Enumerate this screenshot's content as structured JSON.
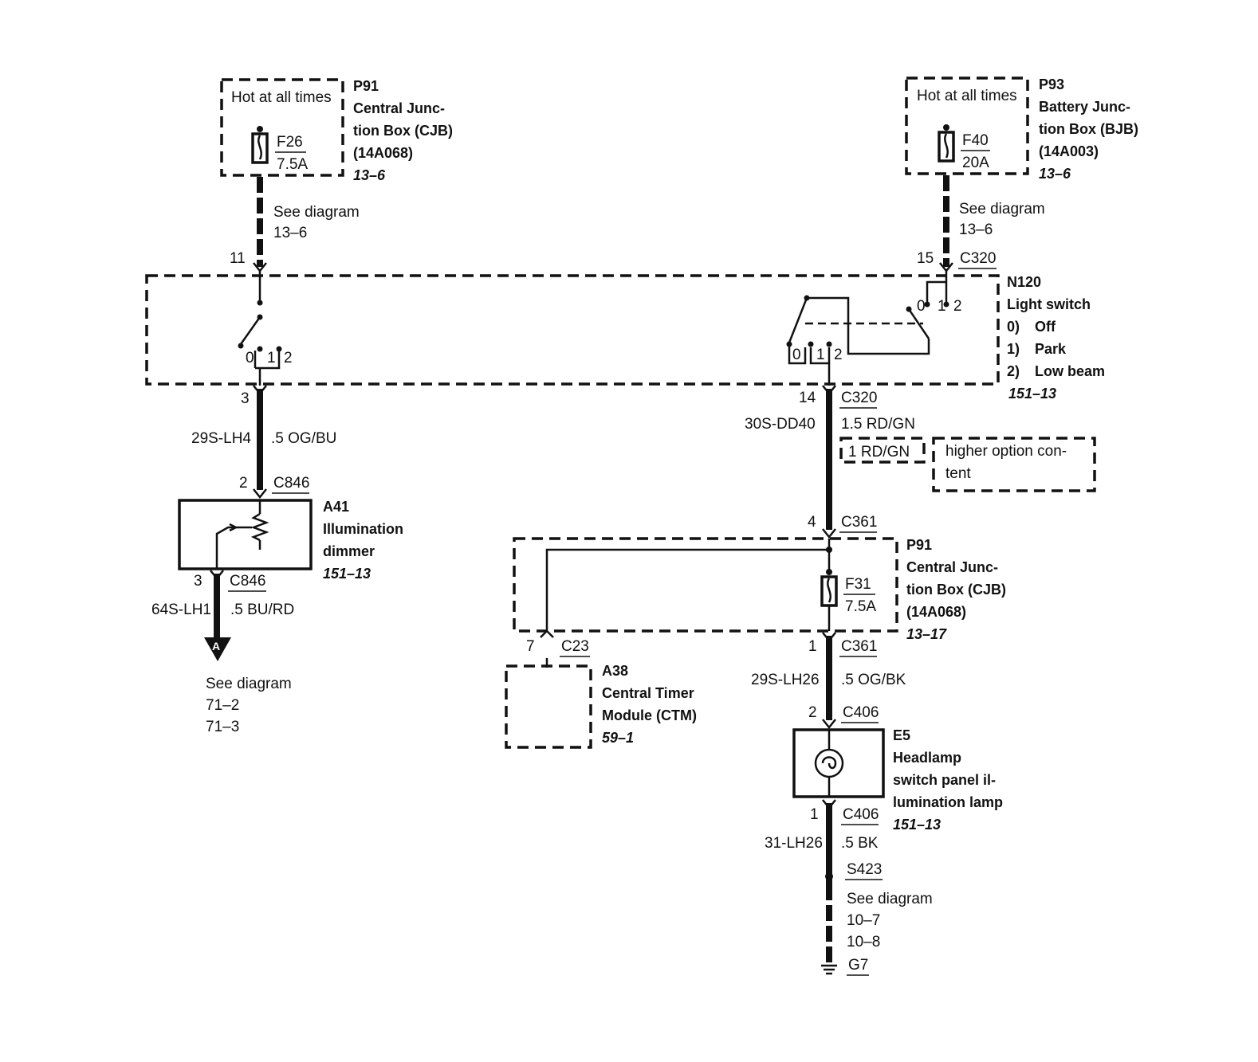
{
  "p91_top": {
    "code": "P91",
    "line1": "Central Junc-",
    "line2": "tion Box (CJB)",
    "part": "(14A068)",
    "ref": "13–6",
    "hot": "Hot at all times",
    "fuse": "F26",
    "amp": "7.5A",
    "see": "See diagram",
    "see_ref": "13–6",
    "pin": "11"
  },
  "p93": {
    "code": "P93",
    "line1": "Battery Junc-",
    "line2": "tion Box (BJB)",
    "part": "(14A003)",
    "ref": "13–6",
    "hot": "Hot at all times",
    "fuse": "F40",
    "amp": "20A",
    "see": "See diagram",
    "see_ref": "13–6",
    "pin": "15",
    "conn": "C320"
  },
  "n120": {
    "code": "N120",
    "name": "Light switch",
    "p0": "0)",
    "p0l": "Off",
    "p1": "1)",
    "p1l": "Park",
    "p2": "2)",
    "p2l": "Low beam",
    "ref": "151–13",
    "pos0": "0",
    "pos1": "1",
    "pos2": "2"
  },
  "left_wire": {
    "pin3": "3",
    "circuit": "29S-LH4",
    "gauge": ".5 OG/BU",
    "pin2": "2",
    "conn": "C846"
  },
  "a41": {
    "code": "A41",
    "line1": "Illumination",
    "line2": "dimmer",
    "ref": "151–13",
    "pin3": "3",
    "conn": "C846",
    "circuit": "64S-LH1",
    "gauge": ".5 BU/RD",
    "arrow": "A",
    "see": "See diagram",
    "ref1": "71–2",
    "ref2": "71–3"
  },
  "mid_wire": {
    "pin14": "14",
    "conn": "C320",
    "circuit": "30S-DD40",
    "gauge": "1.5 RD/GN",
    "alt_gauge": "1 RD/GN",
    "option1": "higher option con-",
    "option2": "tent",
    "pin4": "4",
    "conn2": "C361"
  },
  "p91_low": {
    "code": "P91",
    "line1": "Central Junc-",
    "line2": "tion Box (CJB)",
    "part": "(14A068)",
    "ref": "13–17",
    "fuse": "F31",
    "amp": "7.5A",
    "pin1": "1",
    "conn": "C361",
    "pin7": "7",
    "conn7": "C23"
  },
  "a38": {
    "code": "A38",
    "line1": "Central Timer",
    "line2": "Module (CTM)",
    "ref": "59–1"
  },
  "lamp_wire": {
    "circuit": "29S-LH26",
    "gauge": ".5 OG/BK",
    "pin2": "2",
    "conn": "C406"
  },
  "e5": {
    "code": "E5",
    "line1": "Headlamp",
    "line2": "switch panel il-",
    "line3": "lumination lamp",
    "ref": "151–13",
    "pin1": "1",
    "conn": "C406",
    "circuit": "31-LH26",
    "gauge": ".5 BK",
    "splice": "S423",
    "see": "See diagram",
    "ref1": "10–7",
    "ref2": "10–8",
    "ground": "G7"
  }
}
